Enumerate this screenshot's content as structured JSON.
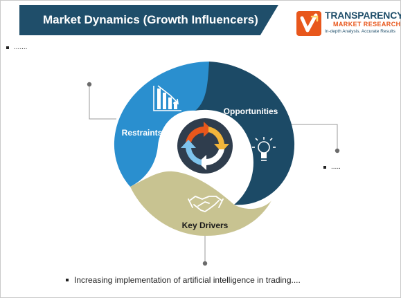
{
  "title": "Market Dynamics (Growth Influencers)",
  "logo": {
    "name": "TRANSPARENCY",
    "sub": "MARKET RESEARCH",
    "tagline": "In-depth Analysis. Accurate Results"
  },
  "segments": {
    "restraints": "Restraints",
    "opportunities": "Opportunities",
    "key_drivers": "Key Drivers"
  },
  "notes": {
    "restraints": ".......",
    "opportunities": ".....",
    "key_drivers": "Increasing implementation of artificial intelligence in trading...."
  },
  "colors": {
    "restraints": "#2a8fcf",
    "opportunities": "#1c4a66",
    "key_drivers": "#c8c391",
    "banner": "#1f4e6a",
    "accent": "#e8571c"
  }
}
